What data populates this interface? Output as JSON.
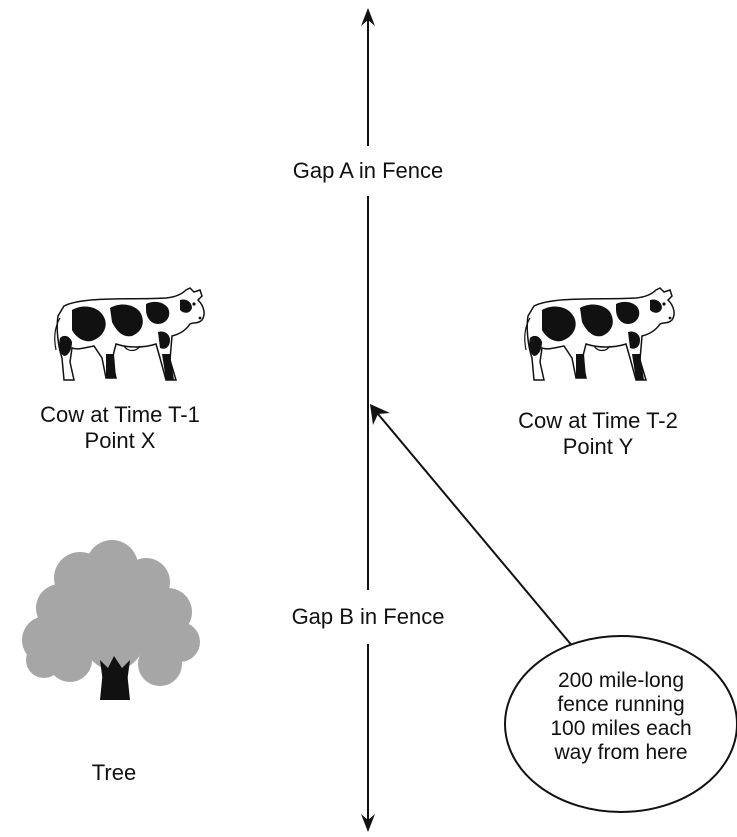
{
  "labels": {
    "gap_a": "Gap A in Fence",
    "gap_b": "Gap B in Fence",
    "cow_left_line1": "Cow at Time T-1",
    "cow_left_line2": "Point X",
    "cow_right_line1": "Cow at Time T-2",
    "cow_right_line2": "Point Y",
    "tree": "Tree"
  },
  "callout": {
    "line1": "200 mile-long",
    "line2": "fence running",
    "line3": "100 miles each",
    "line4": "way from here"
  },
  "icons": {
    "cow": "cow-icon",
    "tree": "tree-icon"
  },
  "colors": {
    "ink": "#111111",
    "tree_foliage": "#a6a6a6",
    "background": "#ffffff"
  }
}
